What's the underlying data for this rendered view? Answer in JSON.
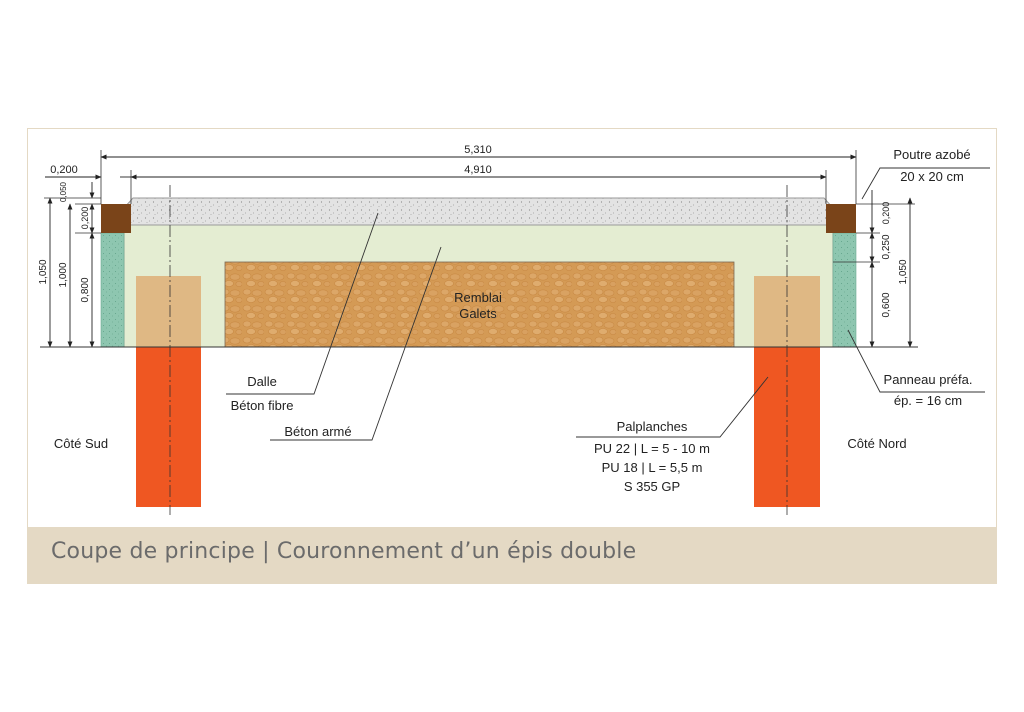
{
  "caption": "Coupe de principe | Couronnement d’un épis double",
  "dimensions": {
    "total_width": "5,310",
    "inner_width": "4,910",
    "beam_width": "0,200",
    "left_top": "0,050",
    "left_beam": "0,200",
    "left_panel": "0,800",
    "left_inner": "1,000",
    "left_total": "1,050",
    "right_beam": "0,200",
    "right_slab": "0,250",
    "right_panel": "0,600",
    "right_total": "1,050"
  },
  "labels": {
    "beam_title": "Poutre azobé",
    "beam_size": "20 x 20 cm",
    "panel_title": "Panneau préfa.",
    "panel_thickness": "ép. = 16 cm",
    "fill_line1": "Remblai",
    "fill_line2": "Galets",
    "slab_line1": "Dalle",
    "slab_line2": "Béton fibre",
    "concrete": "Béton armé",
    "piles_title": "Palplanches",
    "piles_line1": "PU 22 | L = 5 - 10 m",
    "piles_line2": "PU 18 | L = 5,5 m",
    "piles_line3": "S 355 GP",
    "south": "Côté Sud",
    "north": "Côté Nord"
  },
  "colors": {
    "slab_top": "#e3e3e3",
    "reinforced_concrete": "#e4edd2",
    "pebble_fill": "#d49a55",
    "pile_cap": "#dfb884",
    "sheet_pile": "#ef5722",
    "precast_panel": "#8ec6b0",
    "azobe_beam": "#7a4419",
    "caption_band": "#e4d9c4"
  }
}
